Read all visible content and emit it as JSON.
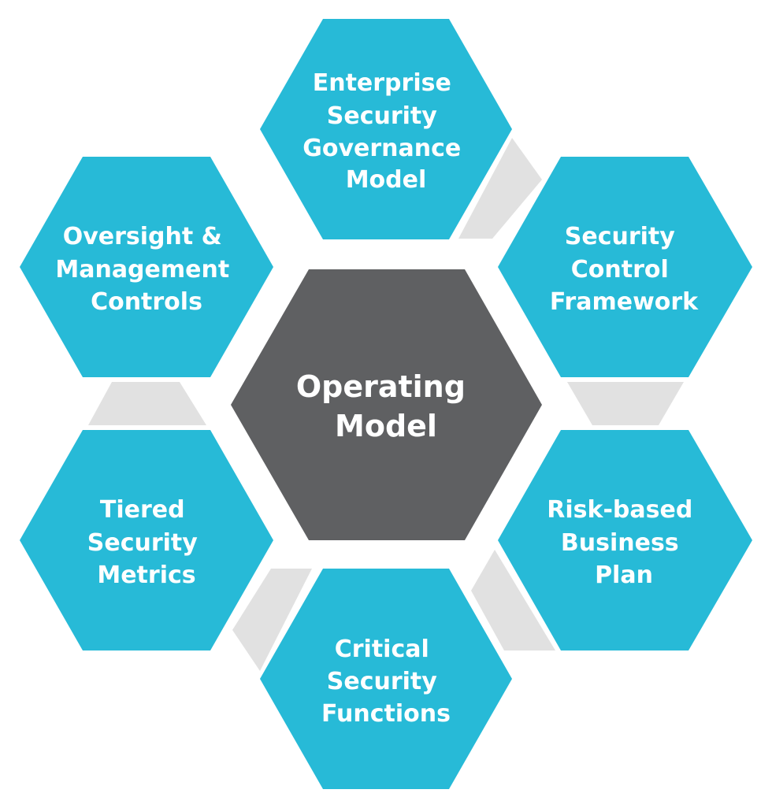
{
  "diagram": {
    "colors": {
      "outer_hex": "#27bad7",
      "center_hex": "#5f6062",
      "connector": "#e1e1e1",
      "label": "#ffffff"
    },
    "center": {
      "label_lines": [
        "Operating",
        "Model"
      ]
    },
    "nodes": [
      {
        "id": "enterprise-security-governance-model",
        "label_lines": [
          "Enterprise",
          "Security",
          "Governance",
          "Model"
        ]
      },
      {
        "id": "security-control-framework",
        "label_lines": [
          "Security",
          "Control",
          "Framework"
        ]
      },
      {
        "id": "risk-based-business-plan",
        "label_lines": [
          "Risk-based",
          "Business",
          "Plan"
        ]
      },
      {
        "id": "critical-security-functions",
        "label_lines": [
          "Critical",
          "Security",
          "Functions"
        ]
      },
      {
        "id": "tiered-security-metrics",
        "label_lines": [
          "Tiered",
          "Security",
          "Metrics"
        ]
      },
      {
        "id": "oversight-management-controls",
        "label_lines": [
          "Oversight &",
          "Management",
          "Controls"
        ]
      }
    ]
  }
}
